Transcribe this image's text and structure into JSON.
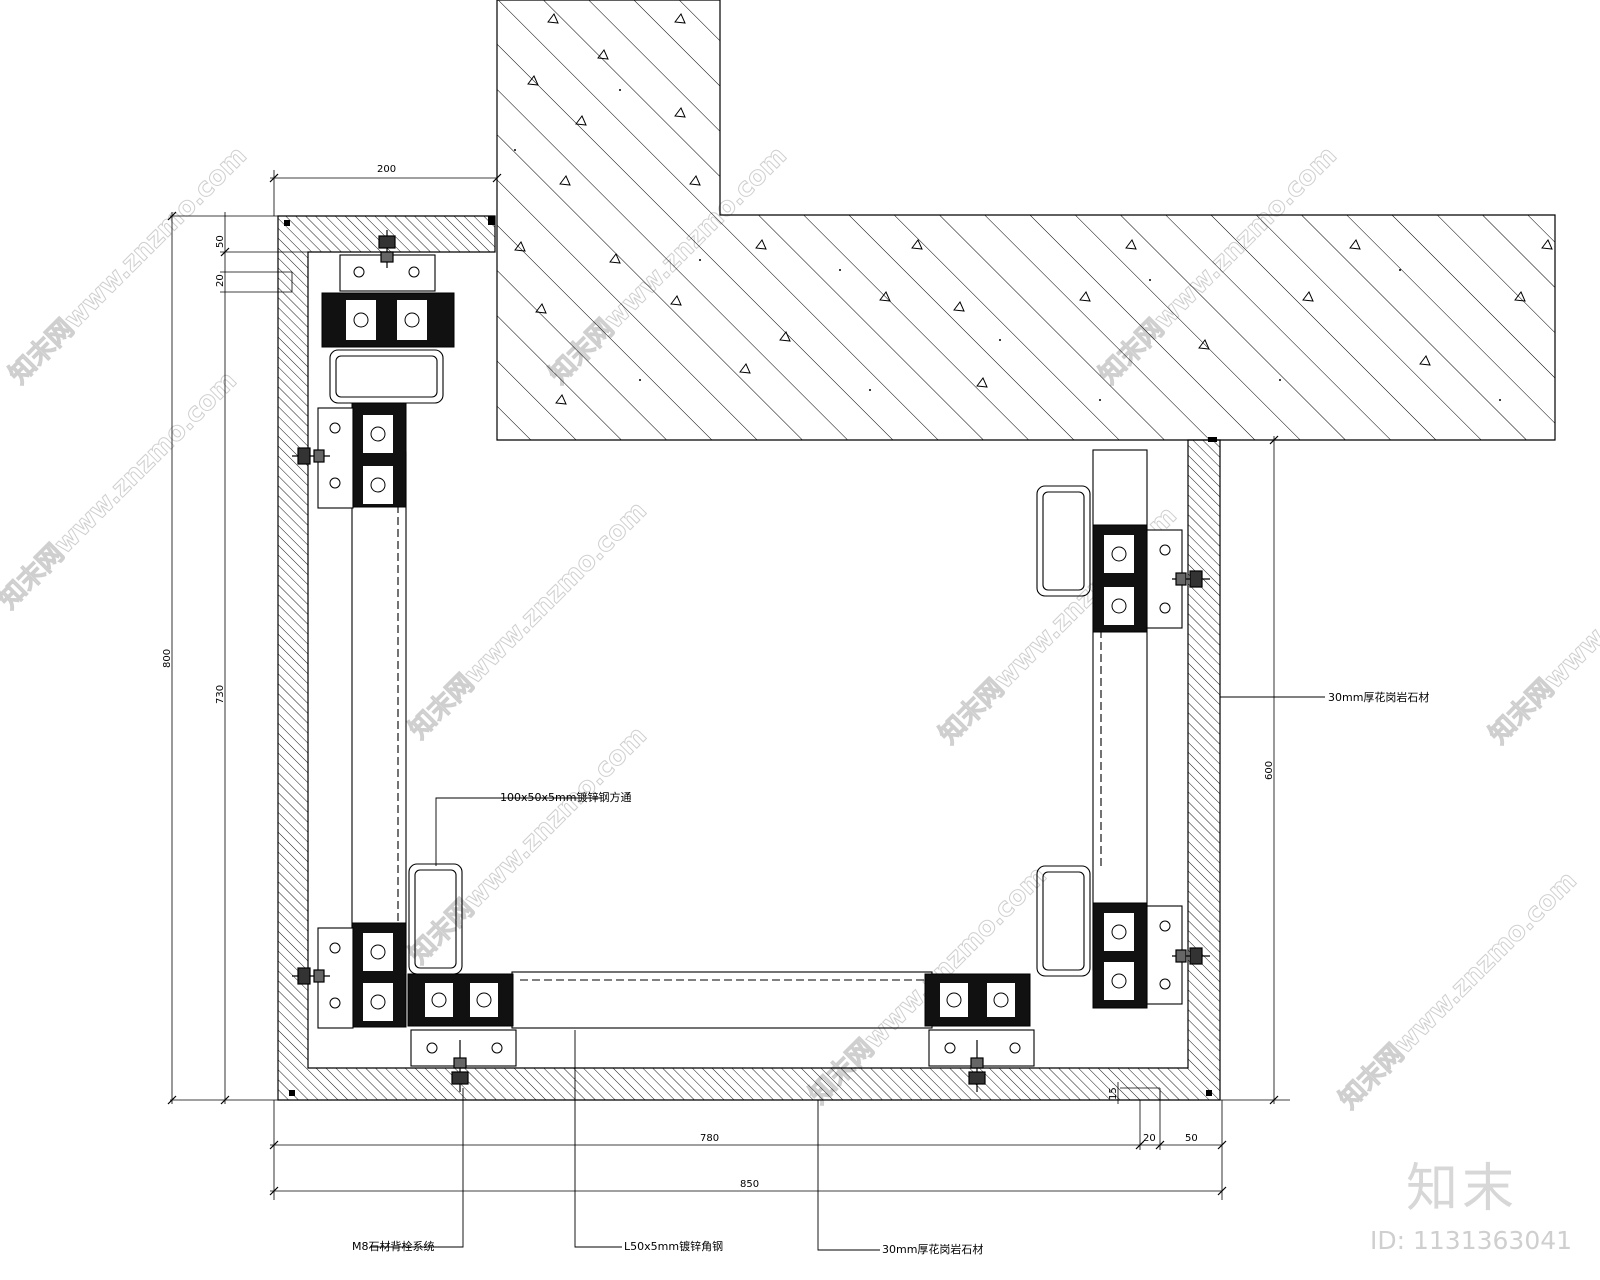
{
  "dimensions": {
    "top_200": "200",
    "left_50": "50",
    "left_20": "20",
    "left_800": "800",
    "left_730": "730",
    "right_600": "600",
    "bottom_15": "15",
    "bottom_780": "780",
    "bottom_20": "20",
    "bottom_50": "50",
    "bottom_850": "850"
  },
  "labels": {
    "stone_right": "30mm厚花岗岩石材",
    "steel_tube": "100x50x5mm镀锌钢方通",
    "bolt_system": "M8石材背栓系统",
    "angle_steel": "L50x5mm镀锌角钢",
    "stone_bottom": "30mm厚花岗岩石材"
  },
  "watermark": {
    "text": "知末网www.znzmo.com",
    "brand": "知末",
    "id": "ID: 1131363041"
  },
  "colors": {
    "line": "#000000",
    "watermark": "#cfcfcf"
  }
}
